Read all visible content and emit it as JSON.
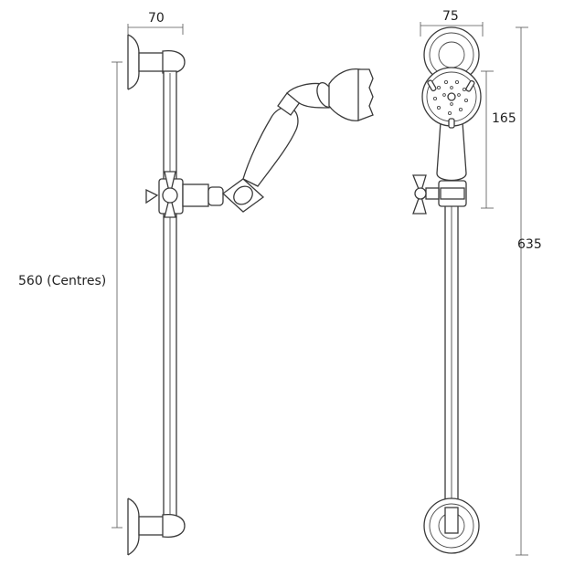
{
  "dimensions": {
    "front_width": "70",
    "centres": "560 (Centres)",
    "side_width": "75",
    "head_height": "165",
    "overall_height": "635"
  }
}
